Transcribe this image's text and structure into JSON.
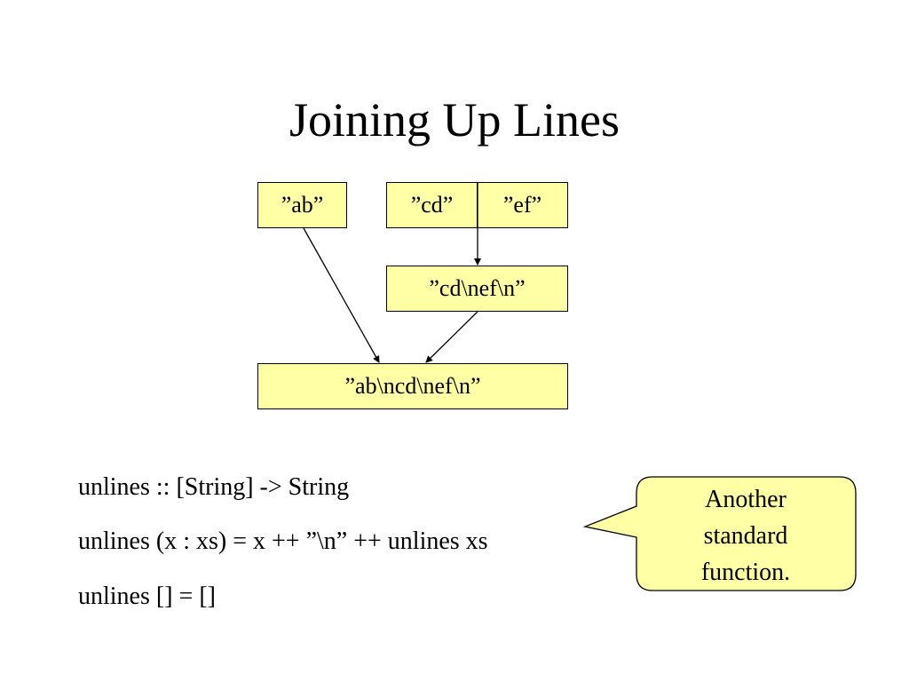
{
  "slide": {
    "title": "Joining Up Lines"
  },
  "diagram": {
    "box_ab": "”ab”",
    "box_cd": "”cd”",
    "box_ef": "”ef”",
    "box_cdef": "”cd\\nef\\n”",
    "box_result": "”ab\\ncd\\nef\\n”",
    "box_color": "#ffffa6"
  },
  "code": {
    "line1": "unlines :: [String] -> String",
    "line2": "unlines (x : xs) = x ++ ”\\n” ++ unlines xs",
    "line3": "unlines [] = []"
  },
  "callout": {
    "line1": "Another",
    "line2": "standard",
    "line3": "function."
  }
}
